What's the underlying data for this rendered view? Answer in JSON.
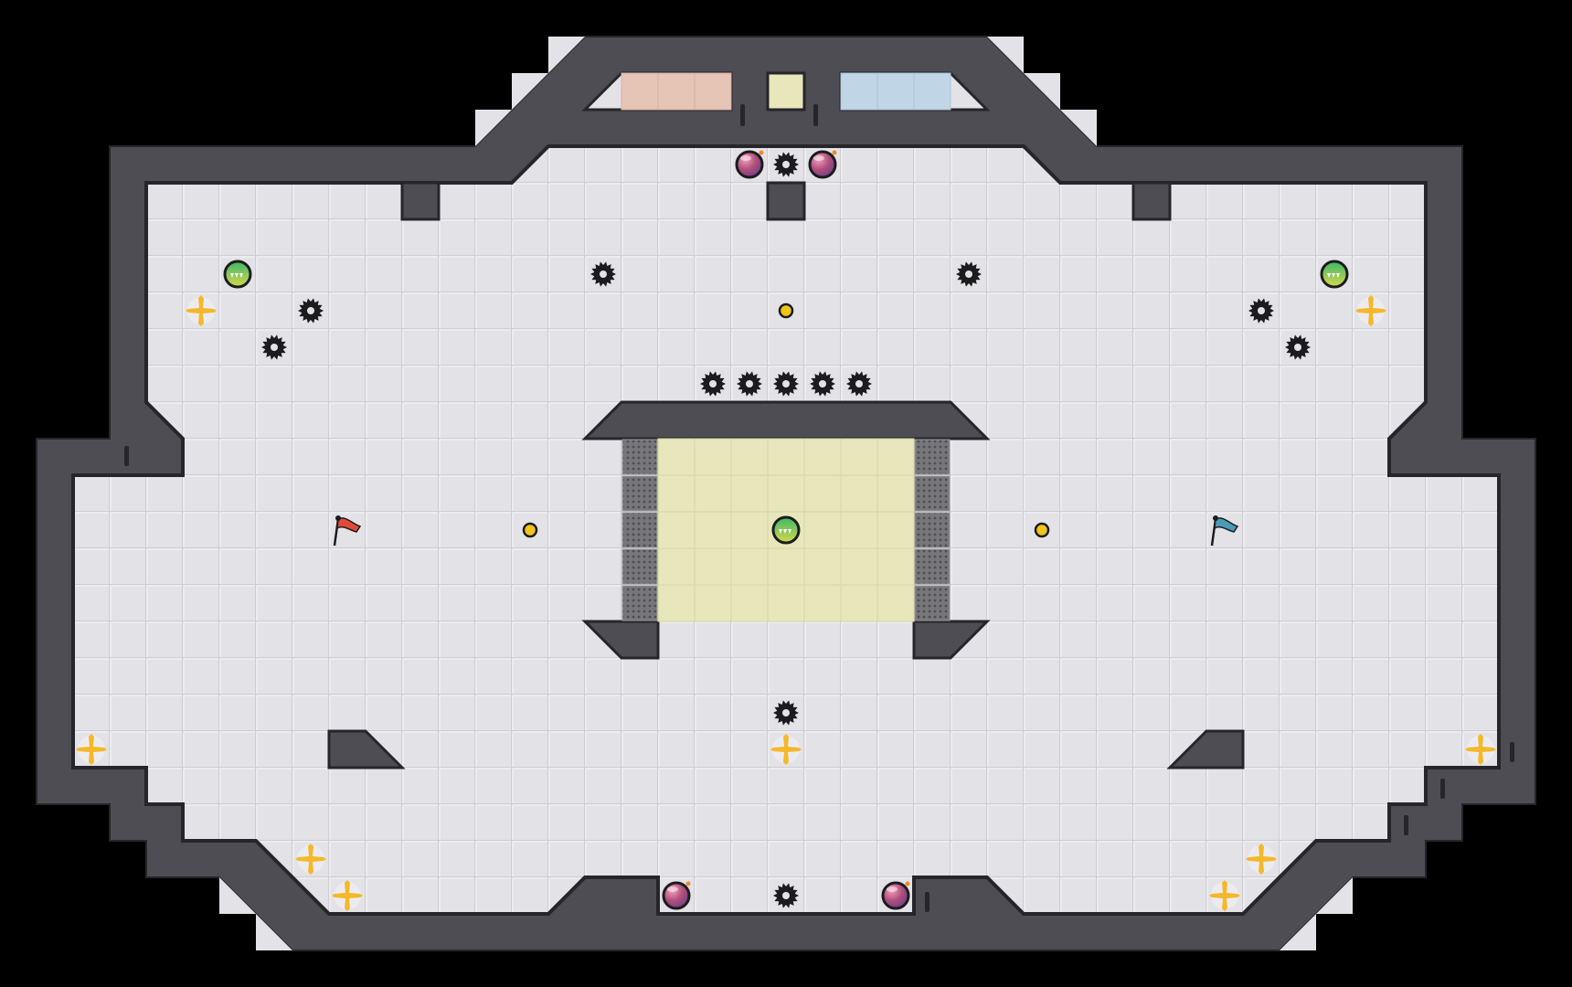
{
  "game": {
    "type": "capture-the-flag arena map",
    "colors": {
      "background": "#000000",
      "wall": "#4e4d53",
      "wall_edge": "#26252a",
      "floor": "#e3e3e7",
      "grid": "#cfcfd4",
      "red_zone": "#e6c4b6",
      "blue_zone": "#c0d6e6",
      "neutral_zone": "#e8e7bb",
      "grate": "#6a6a6e",
      "spike": "#1c1c1e",
      "boost": "#f5b82a",
      "bomb": "#8a4a8c",
      "powerup": "#7ac04a",
      "red_flag": "#e04a3a",
      "blue_flag": "#4a9ab8",
      "dot": "#f2c51a"
    },
    "entity_types": [
      "spike",
      "bomb",
      "boost",
      "powerup",
      "flag-red",
      "flag-blue",
      "portal-dot"
    ]
  }
}
